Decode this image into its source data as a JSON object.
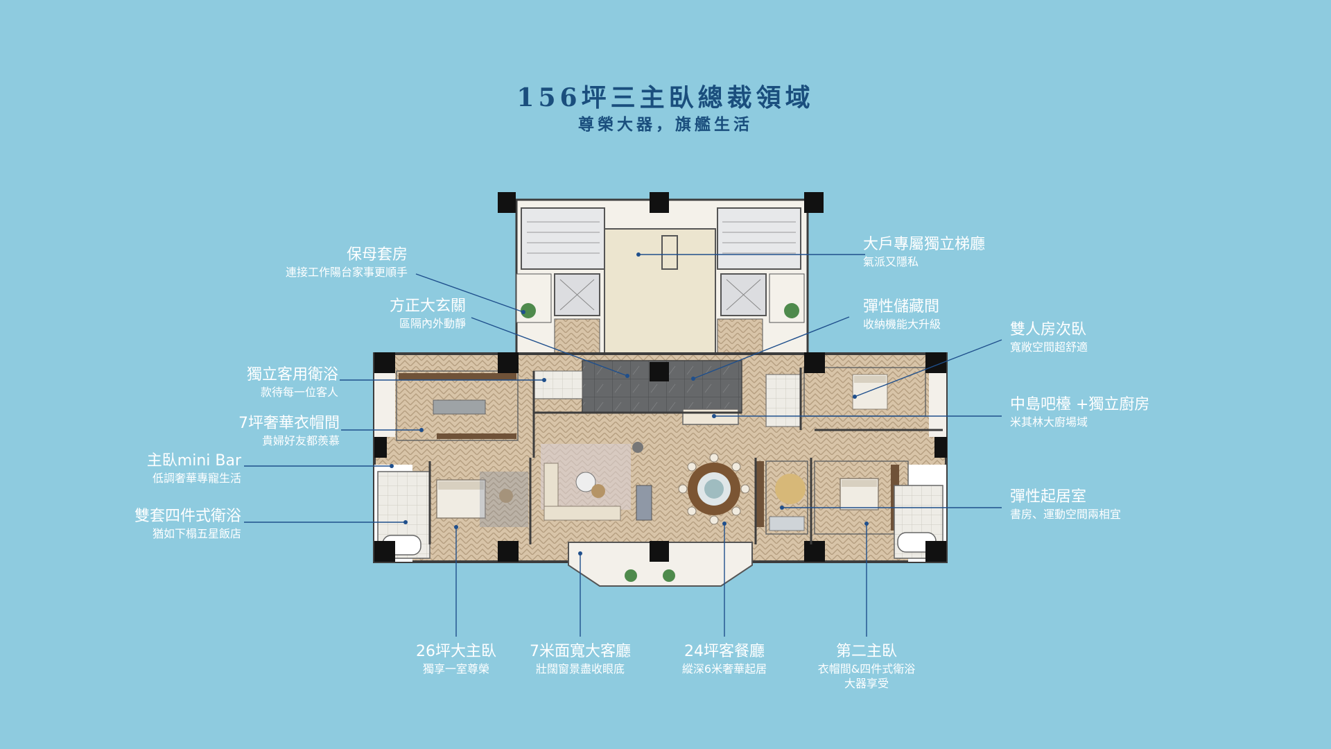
{
  "header": {
    "title": "156坪三主臥總裁領域",
    "subtitle": "尊榮大器，旗艦生活"
  },
  "colors": {
    "background": "#8ecbdf",
    "title": "#1a4e7d",
    "leader_line": "#1f4f8c",
    "label": "#ffffff"
  },
  "callouts": {
    "nanny_suite": {
      "title": "保母套房",
      "desc": "連接工作陽台家事更順手"
    },
    "foyer": {
      "title": "方正大玄關",
      "desc": "區隔內外動靜"
    },
    "guest_bath": {
      "title": "獨立客用衛浴",
      "desc": "款待每一位客人"
    },
    "walk_in_closet": {
      "title": "7坪奢華衣帽間",
      "desc": "貴婦好友都羨慕"
    },
    "mini_bar": {
      "title": "主臥mini Bar",
      "desc": "低調奢華專寵生活"
    },
    "master_bath": {
      "title": "雙套四件式衛浴",
      "desc": "猶如下榻五星飯店"
    },
    "elevator_hall": {
      "title": "大戶專屬獨立梯廳",
      "desc": "氣派又隱私"
    },
    "storage": {
      "title": "彈性儲藏間",
      "desc": "收納機能大升級"
    },
    "double_room": {
      "title": "雙人房次臥",
      "desc": "寬敞空間超舒適"
    },
    "kitchen": {
      "title": "中島吧檯 +獨立廚房",
      "desc": "米其林大廚場域"
    },
    "flex_room": {
      "title": "彈性起居室",
      "desc": "書房、運動空間兩相宜"
    },
    "master_bedroom": {
      "title": "26坪大主臥",
      "desc": "獨享一室尊榮"
    },
    "living_room": {
      "title": "7米面寬大客廳",
      "desc": "壯闊窗景盡收眼底"
    },
    "dining_room": {
      "title": "24坪客餐廳",
      "desc": "縱深6米奢華起居"
    },
    "second_master": {
      "title": "第二主臥",
      "desc": "衣帽間&四件式衛浴",
      "desc2": "大器享受"
    }
  }
}
